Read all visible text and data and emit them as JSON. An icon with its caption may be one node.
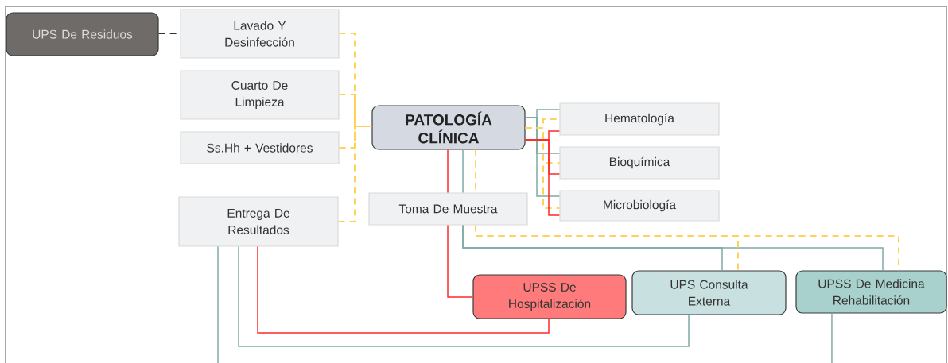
{
  "diagram": {
    "nodes": [
      {
        "text": [
          "UPS De Residuos"
        ]
      },
      {
        "text": [
          "Lavado Y Desinfección"
        ]
      },
      {
        "text": [
          "Cuarto De Limpieza"
        ]
      },
      {
        "text": [
          "Ss.Hh + Vestidores"
        ]
      },
      {
        "text": [
          "Entrega De Resultados"
        ]
      },
      {
        "text": [
          "PATOLOGÍA CLÍNICA"
        ]
      },
      {
        "text": [
          "Toma De Muestra"
        ]
      },
      {
        "text": [
          "Hematología"
        ]
      },
      {
        "text": [
          "Bioquímica"
        ]
      },
      {
        "text": [
          "Microbiología"
        ]
      },
      {
        "text": [
          "UPSS De Hospitalización"
        ]
      },
      {
        "text": [
          "UPS Consulta Externa"
        ]
      },
      {
        "text": [
          "UPSS De Medicina Rehabilitación"
        ]
      }
    ],
    "edges": [
      {
        "from": 0,
        "to": 1,
        "arrow": "none",
        "style": "dashed",
        "color": "#333333"
      },
      {
        "from": 1,
        "to": 5,
        "arrow": "none",
        "style": "dashed",
        "color": "#ffd35a"
      },
      {
        "from": 2,
        "to": 5,
        "arrow": "none",
        "style": "dashed",
        "color": "#ffd35a"
      },
      {
        "from": 3,
        "to": 5,
        "arrow": "none",
        "style": "dashed",
        "color": "#ffd35a"
      },
      {
        "from": 4,
        "to": 5,
        "arrow": "none",
        "style": "dashed",
        "color": "#ffd35a"
      },
      {
        "from": 5,
        "to": 7,
        "arrow": "none",
        "color": "#7fa9a6"
      },
      {
        "from": 5,
        "to": 8,
        "arrow": "none",
        "color": "#7fa9a6"
      },
      {
        "from": 5,
        "to": 9,
        "arrow": "none",
        "color": "#7fa9a6"
      },
      {
        "from": 5,
        "to": 7,
        "arrow": "none",
        "style": "dashed",
        "color": "#ffd35a"
      },
      {
        "from": 5,
        "to": 8,
        "arrow": "none",
        "style": "dashed",
        "color": "#ffd35a"
      },
      {
        "from": 5,
        "to": 9,
        "arrow": "none",
        "style": "dashed",
        "color": "#ffd35a"
      },
      {
        "from": 5,
        "to": 7,
        "arrow": "none",
        "color": "#ff2a2a"
      },
      {
        "from": 5,
        "to": 8,
        "arrow": "none",
        "color": "#ff2a2a"
      },
      {
        "from": 5,
        "to": 9,
        "arrow": "none",
        "color": "#ff2a2a"
      },
      {
        "from": 5,
        "to": 6,
        "arrow": "none",
        "color": "#ff2a2a"
      },
      {
        "from": 5,
        "to": 6,
        "arrow": "none",
        "color": "#7fa9a6"
      },
      {
        "from": 6,
        "to": 10,
        "arrow": "none",
        "color": "#ff2a2a"
      },
      {
        "from": 6,
        "to": 11,
        "arrow": "none",
        "color": "#7fa9a6"
      },
      {
        "from": 6,
        "to": 12,
        "arrow": "none",
        "color": "#7fa9a6"
      },
      {
        "from": 6,
        "to": 11,
        "arrow": "none",
        "style": "dashed",
        "color": "#ffd35a"
      },
      {
        "from": 6,
        "to": 12,
        "arrow": "none",
        "style": "dashed",
        "color": "#ffd35a"
      },
      {
        "from": 4,
        "to": null,
        "arrow": "none",
        "color": "#7fa9a6"
      },
      {
        "from": 4,
        "to": 11,
        "arrow": "none",
        "color": "#7fa9a6"
      },
      {
        "from": 4,
        "to": 10,
        "arrow": "none",
        "color": "#ff2a2a"
      },
      {
        "from": 12,
        "to": null,
        "arrow": "none",
        "color": "#7fa9a6"
      },
      {
        "from": 5,
        "to": 6,
        "arrow": "none",
        "style": "dashed",
        "color": "#ffd35a"
      }
    ]
  }
}
